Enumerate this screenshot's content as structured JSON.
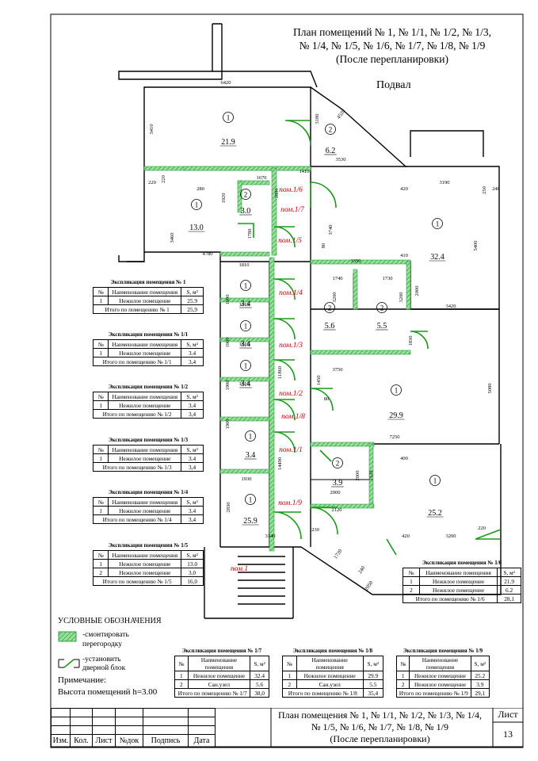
{
  "drawing": {
    "title_lines": [
      "План помещений № 1, № 1/1, № 1/2, № 1/3,",
      "№ 1/4, № 1/5, № 1/6, № 1/7, № 1/8, № 1/9",
      "(После перепланировки)"
    ],
    "floor": "Подвал"
  },
  "rooms": [
    {
      "num": "1",
      "area": "21.9"
    },
    {
      "num": "2",
      "area": "6.2"
    },
    {
      "num": "1",
      "area": "13.0"
    },
    {
      "num": "2",
      "area": "3.0"
    },
    {
      "num": "1",
      "area": "32.4"
    },
    {
      "num": "1",
      "area": "3.4"
    },
    {
      "num": "1",
      "area": "3.4"
    },
    {
      "num": "1",
      "area": "3.4"
    },
    {
      "num": "1",
      "area": "3.4"
    },
    {
      "num": "2",
      "area": "5.6"
    },
    {
      "num": "2",
      "area": "5.5"
    },
    {
      "num": "1",
      "area": "29.9"
    },
    {
      "num": "2",
      "area": "3.9"
    },
    {
      "num": "1",
      "area": "25.9"
    },
    {
      "num": "1",
      "area": "25.2"
    }
  ],
  "pom_labels": [
    "пом.1/6",
    "пом.1/7",
    "пом.1/5",
    "пом.1/4",
    "пом.1/3",
    "пом.1/2",
    "пом.1/8",
    "пом.1/1",
    "пом.1/9",
    "пом.1"
  ],
  "dimensions": [
    "6420",
    "3410",
    "3180",
    "4520",
    "3530",
    "1410",
    "1670",
    "1800",
    "1920",
    "280",
    "220",
    "220",
    "3460",
    "4780",
    "1780",
    "420",
    "3190",
    "250",
    "240",
    "3740",
    "5400",
    "3350",
    "410",
    "80",
    "1740",
    "1730",
    "3200",
    "3200",
    "2000",
    "3420",
    "1830",
    "1810",
    "1900",
    "1810",
    "1900",
    "1810",
    "1900",
    "1810",
    "1900",
    "11860",
    "14490",
    "3750",
    "1450",
    "80",
    "5080",
    "7250",
    "400",
    "2000",
    "2120",
    "1930",
    "2830",
    "2000",
    "2120",
    "3340",
    "230",
    "1720",
    "240",
    "2050",
    "420",
    "3200",
    "220"
  ],
  "tables": [
    {
      "caption": "Экспликация помещения № 1",
      "h_no": "№",
      "h_name": "Наименование помещения",
      "h_area": "S, м²",
      "rows": [
        {
          "no": "1",
          "name": "Нежилое помещение",
          "area": "25.9"
        }
      ],
      "total_label": "Итого по помещению № 1",
      "total": "25,9"
    },
    {
      "caption": "Экспликация помещения № 1/1",
      "h_no": "№",
      "h_name": "Наименование помещения",
      "h_area": "S, м²",
      "rows": [
        {
          "no": "1",
          "name": "Нежилое помещение",
          "area": "3.4"
        }
      ],
      "total_label": "Итого по помещению № 1/1",
      "total": "3,4"
    },
    {
      "caption": "Экспликация помещения № 1/2",
      "h_no": "№",
      "h_name": "Наименование помещения",
      "h_area": "S, м²",
      "rows": [
        {
          "no": "1",
          "name": "Нежилое помещение",
          "area": "3.4"
        }
      ],
      "total_label": "Итого по помещению № 1/2",
      "total": "3,4"
    },
    {
      "caption": "Экспликация помещения № 1/3",
      "h_no": "№",
      "h_name": "Наименование помещения",
      "h_area": "S, м²",
      "rows": [
        {
          "no": "1",
          "name": "Нежилое помещение",
          "area": "3.4"
        }
      ],
      "total_label": "Итого по помещению № 1/3",
      "total": "3,4"
    },
    {
      "caption": "Экспликация помещения № 1/4",
      "h_no": "№",
      "h_name": "Наименование помещения",
      "h_area": "S, м²",
      "rows": [
        {
          "no": "1",
          "name": "Нежилое помещение",
          "area": "3.4"
        }
      ],
      "total_label": "Итого по помещению № 1/4",
      "total": "3,4"
    },
    {
      "caption": "Экспликация помещения № 1/5",
      "h_no": "№",
      "h_name": "Наименование помещения",
      "h_area": "S, м²",
      "rows": [
        {
          "no": "1",
          "name": "Нежилое помещение",
          "area": "13.0"
        },
        {
          "no": "2",
          "name": "Нежилое помещение",
          "area": "3.0"
        }
      ],
      "total_label": "Итого по помещению № 1/5",
      "total": "16,0"
    },
    {
      "caption": "Экспликация помещения № 1/6",
      "h_no": "№",
      "h_name": "Наименование помещения",
      "h_area": "S, м²",
      "rows": [
        {
          "no": "1",
          "name": "Нежилое помещение",
          "area": "21.9"
        },
        {
          "no": "2",
          "name": "Нежилое помещение",
          "area": "6.2"
        }
      ],
      "total_label": "Итого по помещению № 1/6",
      "total": "28,1"
    },
    {
      "caption": "Экспликация помещения № 1/7",
      "h_no": "№",
      "h_name": "Наименование помещения",
      "h_area": "S, м²",
      "rows": [
        {
          "no": "1",
          "name": "Нежилое помещение",
          "area": "32.4"
        },
        {
          "no": "2",
          "name": "Сан.узел",
          "area": "5.6"
        }
      ],
      "total_label": "Итого по помещению № 1/7",
      "total": "38,0"
    },
    {
      "caption": "Экспликация помещения № 1/8",
      "h_no": "№",
      "h_name": "Наименование помещения",
      "h_area": "S, м²",
      "rows": [
        {
          "no": "1",
          "name": "Нежилое помещение",
          "area": "29.9"
        },
        {
          "no": "2",
          "name": "Сан.узел",
          "area": "5.5"
        }
      ],
      "total_label": "Итого по помещению № 1/8",
      "total": "35,4"
    },
    {
      "caption": "Экспликация помещения № 1/9",
      "h_no": "№",
      "h_name": "Наименование помещения",
      "h_area": "S, м²",
      "rows": [
        {
          "no": "1",
          "name": "Нежилое помещение",
          "area": "25.2"
        },
        {
          "no": "2",
          "name": "Нежилое помещение",
          "area": "3.9"
        }
      ],
      "total_label": "Итого по помещению № 1/9",
      "total": "29,1"
    }
  ],
  "legend": {
    "heading": "УСЛОВНЫЕ ОБОЗНАЧЕНИЯ",
    "partition_lines": [
      "-смонтировать",
      "перегородку"
    ],
    "door_lines": [
      "-установить",
      "дверной блок"
    ]
  },
  "note": {
    "label": "Примечание:",
    "text": "Высота помещений h=3.00"
  },
  "stamp": {
    "title_lines": [
      "План помещения № 1, № 1/1, № 1/2, № 1/3, № 1/4,",
      "№ 1/5, № 1/6, № 1/7, № 1/8, № 1/9",
      "(После перепланировки)"
    ],
    "sheet_label": "Лист",
    "sheet_number": "13",
    "cols": [
      "Изм.",
      "Кол.",
      "Лист",
      "№док",
      "Подпись",
      "Дата"
    ]
  },
  "colors": {
    "line": "#000000",
    "partition": "#2ea043",
    "door": "#1a9a1a",
    "pom_label": "#cc0000"
  }
}
